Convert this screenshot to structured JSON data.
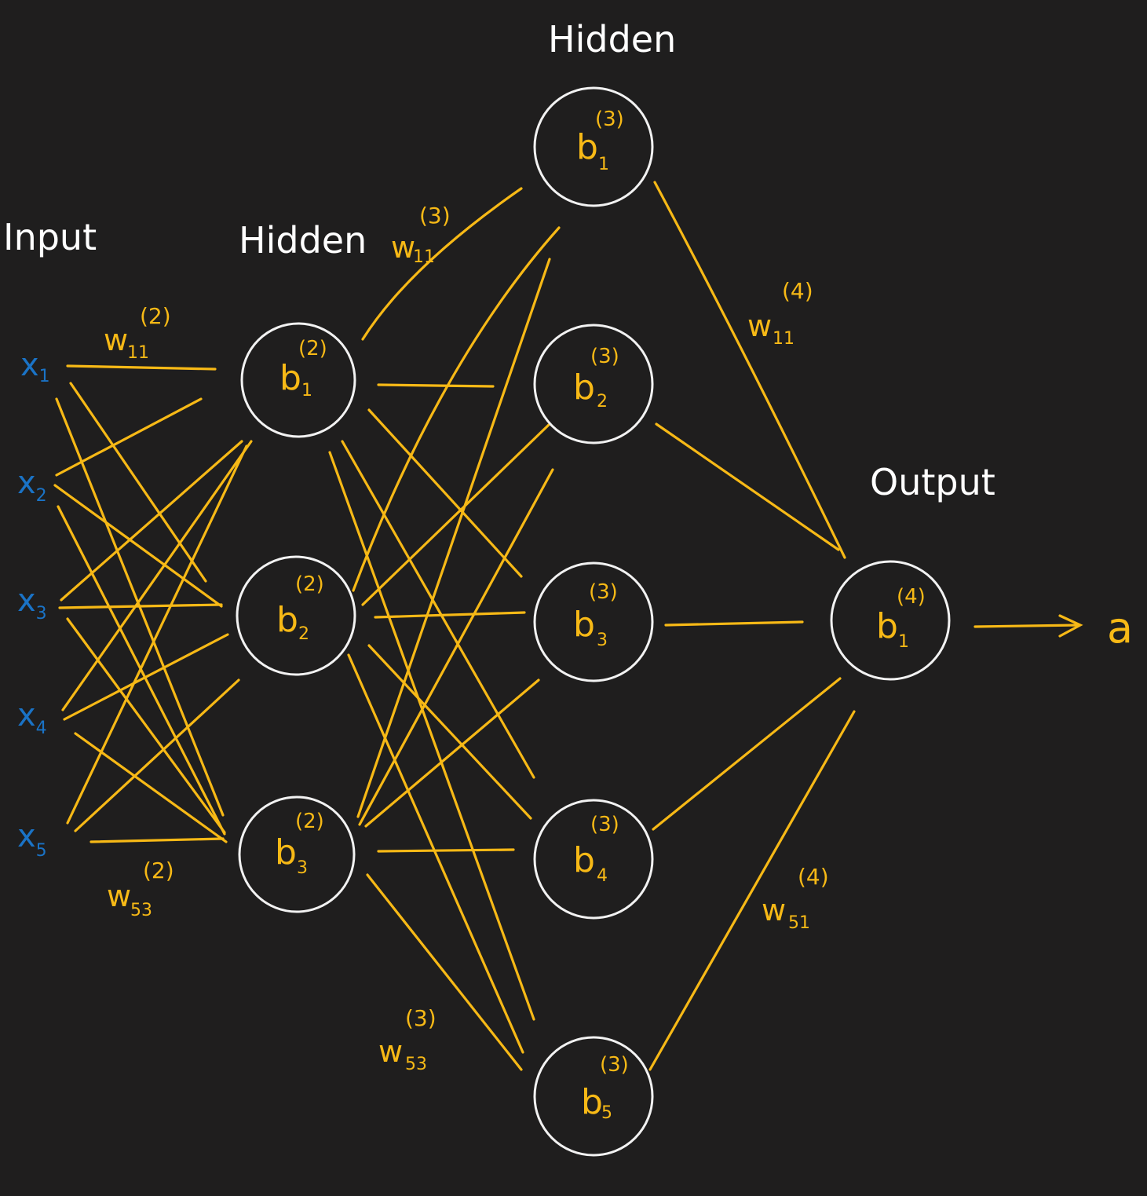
{
  "titles": {
    "input": "Input",
    "hidden1": "Hidden",
    "hidden2": "Hidden",
    "output": "Output"
  },
  "inputs": [
    {
      "base": "x",
      "sub": "1"
    },
    {
      "base": "x",
      "sub": "2"
    },
    {
      "base": "x",
      "sub": "3"
    },
    {
      "base": "x",
      "sub": "4"
    },
    {
      "base": "x",
      "sub": "5"
    }
  ],
  "hidden1_nodes": [
    {
      "base": "b",
      "sub": "1",
      "sup": "(2)"
    },
    {
      "base": "b",
      "sub": "2",
      "sup": "(2)"
    },
    {
      "base": "b",
      "sub": "3",
      "sup": "(2)"
    }
  ],
  "hidden2_nodes": [
    {
      "base": "b",
      "sub": "1",
      "sup": "(3)"
    },
    {
      "base": "b",
      "sub": "2",
      "sup": "(3)"
    },
    {
      "base": "b",
      "sub": "3",
      "sup": "(3)"
    },
    {
      "base": "b",
      "sub": "4",
      "sup": "(3)"
    },
    {
      "base": "b",
      "sub": "5",
      "sup": "(3)"
    }
  ],
  "output_node": {
    "base": "b",
    "sub": "1",
    "sup": "(4)"
  },
  "weights": {
    "w11_2": {
      "base": "w",
      "sub": "11",
      "sup": "(2)"
    },
    "w53_2": {
      "base": "w",
      "sub": "53",
      "sup": "(2)"
    },
    "w11_3": {
      "base": "w",
      "sub": "11",
      "sup": "(3)"
    },
    "w53_3": {
      "base": "w",
      "sub": "53",
      "sup": "(3)"
    },
    "w11_4": {
      "base": "w",
      "sub": "11",
      "sup": "(4)"
    },
    "w51_4": {
      "base": "w",
      "sub": "51",
      "sup": "(4)"
    }
  },
  "output_value": "a",
  "colors": {
    "background": "#1f1e1e",
    "edge": "#f7b916",
    "input_text": "#1a73c6",
    "circle": "#f2f2f2",
    "title_text": "#ffffff"
  }
}
